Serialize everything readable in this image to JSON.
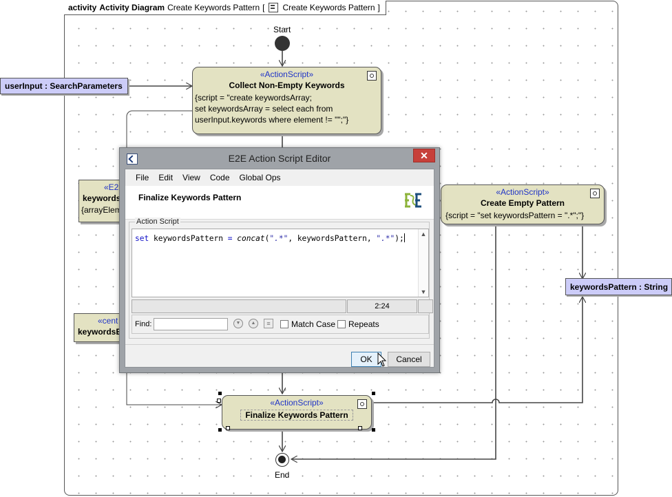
{
  "diagram": {
    "frame_kind": "activity",
    "frame_type": "Activity Diagram",
    "frame_name": "Create Keywords Pattern",
    "frame_bracket_open": "[",
    "frame_bracket_close": "]",
    "frame_link_name": "Create Keywords Pattern",
    "start_label": "Start",
    "end_label": "End",
    "nodes": {
      "collect": {
        "stereotype": "«ActionScript»",
        "name": "Collect Non-Empty Keywords",
        "body_lines": [
          "{script = \"create keywordsArray;",
          "set keywordsArray = select each from",
          "userInput.keywords where element != \"\";\"}"
        ]
      },
      "empty": {
        "stereotype": "«ActionScript»",
        "name": "Create Empty Pattern",
        "body": "{script = \"set keywordsPattern = \".*\";\"}"
      },
      "finalize": {
        "stereotype": "«ActionScript»",
        "name": "Finalize Keywords Pattern"
      },
      "partial_upper": {
        "stereotype": "«E2",
        "name": "keywords",
        "body": "{arrayElem"
      },
      "partial_lower": {
        "stereotype": "«cent",
        "name": "keywordsE"
      }
    },
    "pins": {
      "user_input": "userInput : SearchParameters",
      "keywords_pattern": "keywordsPattern : String"
    }
  },
  "dialog": {
    "title": "E2E Action Script Editor",
    "close_glyph": "✕",
    "menu": [
      "File",
      "Edit",
      "View",
      "Code",
      "Global Ops"
    ],
    "header_title": "Finalize Keywords Pattern",
    "script_group_label": "Action Script",
    "code": {
      "kw_set": "set",
      "var": " keywordsPattern ",
      "eq": "=",
      "fn": " concat",
      "open": "(",
      "str1": "\".*\"",
      "mid": ", keywordsPattern, ",
      "str2": "\".*\"",
      "close": ");"
    },
    "cursor_position": "2:24",
    "find_label": "Find:",
    "find_value": "",
    "match_case_label": "Match Case",
    "match_case_checked": false,
    "repeats_label": "Repeats",
    "repeats_checked": false,
    "ok_label": "OK",
    "cancel_label": "Cancel"
  },
  "colors": {
    "action_fill": "#e3e2c2",
    "pin_fill": "#ccccf8",
    "stereotype": "#1f33c7",
    "close_button": "#c7403a",
    "logo_green": "#8db33a",
    "logo_blue": "#1c4e7c"
  },
  "icons": {
    "node_menu": "gear-icon",
    "dialog_app": "editor-app-icon",
    "logo": "e2e-logo-icon"
  }
}
